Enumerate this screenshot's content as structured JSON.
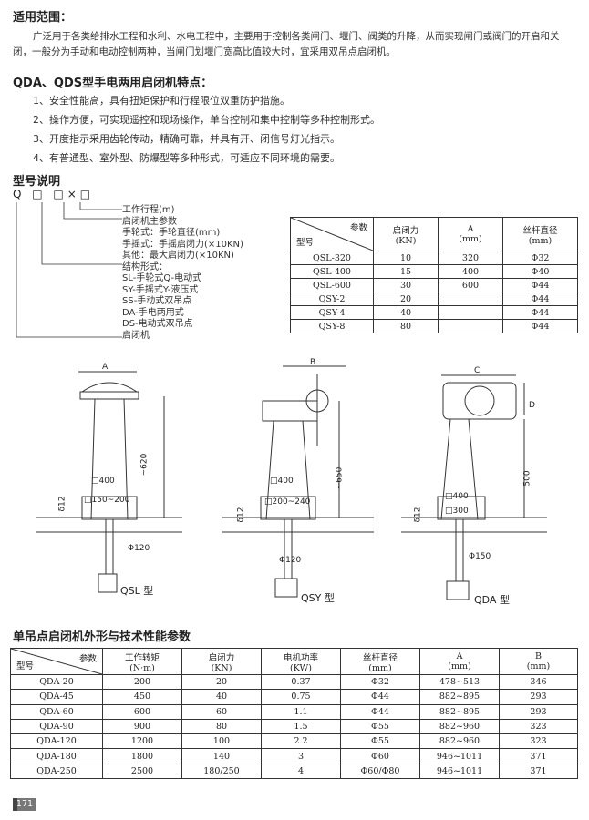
{
  "scope": {
    "heading": "适用范围：",
    "text": "广泛用于各类给排水工程和水利、水电工程中，主要用于控制各类闸门、堰门、阀类的升降，从而实现闸门或阀门的开启和关闭，一般分为手动和电动控制两种，当闸门划堰门宽高比值较大时，宜采用双吊点启闭机。"
  },
  "features": {
    "heading": "QDA、QDS型手电两用启闭机特点：",
    "items": [
      "1、安全性能高，具有扭矩保护和行程限位双重防护措施。",
      "2、操作方便，可实现遥控和现场操作，单台控制和集中控制等多种控制形式。",
      "3、开度指示采用齿轮传动，精确可靠，并具有开、闭信号灯光指示。",
      "4、有普通型、室外型、防爆型等多种形式，可适应不同环境的需要。"
    ]
  },
  "model": {
    "heading": "型号说明",
    "code": "Q □ □×□",
    "legend": [
      "工作行程(m)",
      "启闭机主参数",
      "手轮式：手轮直径(mm)",
      "手摇式：手摇启闭力(×10KN)",
      "其他：最大启闭力(×10KN)",
      "结构形式：",
      "SL-手轮式Q-电动式",
      "SY-手摇式Y-液压式",
      "SS-手动式双吊点",
      "DA-手电两用式",
      "DS-电动式双吊点",
      "启闭机"
    ]
  },
  "table1": {
    "corner_top": "参数",
    "corner_bottom": "型号",
    "headers": [
      "启闭力\n(KN)",
      "A\n(mm)",
      "丝杆直径\n(mm)"
    ],
    "rows": [
      [
        "QSL-320",
        "10",
        "320",
        "Φ32"
      ],
      [
        "QSL-400",
        "15",
        "400",
        "Φ40"
      ],
      [
        "QSL-600",
        "30",
        "600",
        "Φ44"
      ],
      [
        "QSY-2",
        "20",
        "",
        "Φ44"
      ],
      [
        "QSY-4",
        "40",
        "",
        "Φ44"
      ],
      [
        "QSY-8",
        "80",
        "",
        "Φ44"
      ]
    ]
  },
  "drawings": {
    "qsl": {
      "label": "QSL 型",
      "dimA": "A",
      "h": "~620",
      "sq": "□400",
      "sq2": "□150~200",
      "d12": "δ12",
      "phi": "Φ120"
    },
    "qsy": {
      "label": "QSY 型",
      "dimB": "B",
      "h": "~650",
      "sq": "□400",
      "sq2": "□200~240",
      "d12": "δ12",
      "phi": "Φ120"
    },
    "qda": {
      "label": "QDA 型",
      "dimC": "C",
      "dimD": "D",
      "h": "500",
      "sq": "□400",
      "sq2": "□300",
      "d12": "δ12",
      "phi": "Φ150"
    }
  },
  "table2": {
    "heading": "单吊点启闭机外形与技术性能参数",
    "corner_top": "参数",
    "corner_bottom": "型号",
    "headers": [
      "工作转矩\n(N·m)",
      "启闭力\n(KN)",
      "电机功率\n(KW)",
      "丝杆直径\n(mm)",
      "A\n(mm)",
      "B\n(mm)"
    ],
    "rows": [
      [
        "QDA-20",
        "200",
        "20",
        "0.37",
        "Φ32",
        "478~513",
        "346"
      ],
      [
        "QDA-45",
        "450",
        "40",
        "0.75",
        "Φ44",
        "882~895",
        "293"
      ],
      [
        "QDA-60",
        "600",
        "60",
        "1.1",
        "Φ44",
        "882~895",
        "293"
      ],
      [
        "QDA-90",
        "900",
        "80",
        "1.5",
        "Φ55",
        "882~960",
        "323"
      ],
      [
        "QDA-120",
        "1200",
        "100",
        "2.2",
        "Φ55",
        "882~960",
        "323"
      ],
      [
        "QDA-180",
        "1800",
        "140",
        "3",
        "Φ60",
        "946~1011",
        "371"
      ],
      [
        "QDA-250",
        "2500",
        "180/250",
        "4",
        "Φ60/Φ80",
        "946~1011",
        "371"
      ]
    ]
  },
  "page_number": "171"
}
